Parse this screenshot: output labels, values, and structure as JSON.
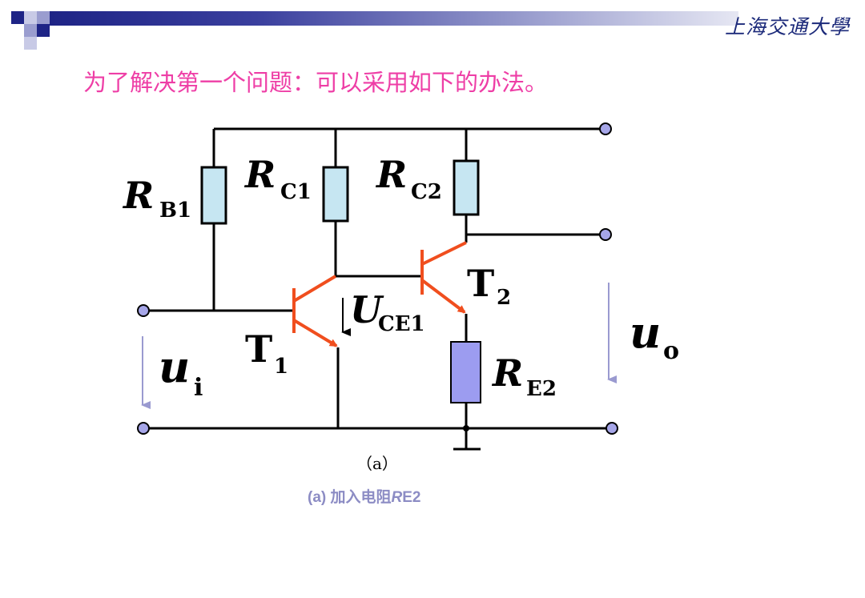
{
  "header": {
    "logo_text": "上海交通大學",
    "bar_color_dark": "#1e2486",
    "bar_color_light": "#e6e7f3"
  },
  "slide": {
    "title": "为了解决第一个问题：可以采用如下的办法。"
  },
  "circuit": {
    "labels": {
      "rb1_main": "R",
      "rb1_sub": "B1",
      "rc1_main": "R",
      "rc1_sub": "C1",
      "rc2_main": "R",
      "rc2_sub": "C2",
      "re2_main": "R",
      "re2_sub": "E2",
      "t1_main": "T",
      "t1_sub": "1",
      "t2_main": "T",
      "t2_sub": "2",
      "uce1_main": "U",
      "uce1_sub": "CE1",
      "ui_main": "u",
      "ui_sub": "i",
      "uo_main": "u",
      "uo_sub": "o"
    },
    "colors": {
      "wire": "#000000",
      "transistor": "#f04e1e",
      "resistor_fill": "#c6e6f2",
      "re2_fill": "#9c9cf0",
      "terminal_fill": "#a6a6e8",
      "arrow": "#9a9ad0"
    }
  },
  "figure": {
    "sublabel": "（a）",
    "caption_prefix": "(a)  加入电阻",
    "caption_italic": "R",
    "caption_suffix": "E2"
  }
}
